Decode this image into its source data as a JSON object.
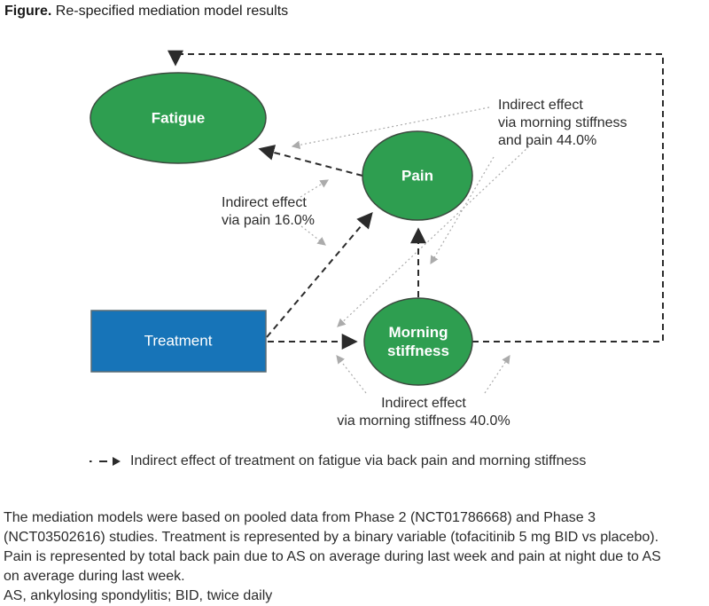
{
  "title": {
    "prefix": "Figure.",
    "rest": " Re-specified mediation model results"
  },
  "diagram": {
    "nodes": {
      "fatigue": {
        "label": "Fatigue",
        "shape": "ellipse"
      },
      "pain": {
        "label": "Pain",
        "shape": "ellipse"
      },
      "morning_stiffness": {
        "label_line1": "Morning",
        "label_line2": "stiffness",
        "shape": "ellipse"
      },
      "treatment": {
        "label": "Treatment",
        "shape": "rectangle"
      }
    },
    "annotations": {
      "indirect_via_pain": {
        "line1": "Indirect effect",
        "line2": "via pain 16.0%"
      },
      "indirect_via_ms_and_pain": {
        "line1": "Indirect effect",
        "line2": "via morning stiffness",
        "line3": "and pain 44.0%"
      },
      "indirect_via_ms": {
        "line1": "Indirect effect",
        "line2": "via morning stiffness 40.0%"
      }
    },
    "colors": {
      "node_green": "#2E9E50",
      "node_green_border": "#3c4a3f",
      "node_blue": "#1774B8",
      "node_blue_border": "#5a6b74",
      "arrow_dark": "#2b2b2b",
      "leader_gray": "#ababab"
    }
  },
  "legend": {
    "icon": "dashed-arrow-icon",
    "text": "Indirect effect of treatment on fatigue via back pain and morning stiffness"
  },
  "footnote": {
    "lines": [
      "The mediation models were based on pooled data from Phase 2 (NCT01786668) and Phase 3",
      "(NCT03502616) studies. Treatment is represented by a binary variable (tofacitinib 5 mg BID vs placebo).",
      "Pain is represented by total back pain due to AS on average during last week and pain at night due to AS",
      "on average during last week.",
      "AS, ankylosing spondylitis; BID, twice daily"
    ]
  }
}
